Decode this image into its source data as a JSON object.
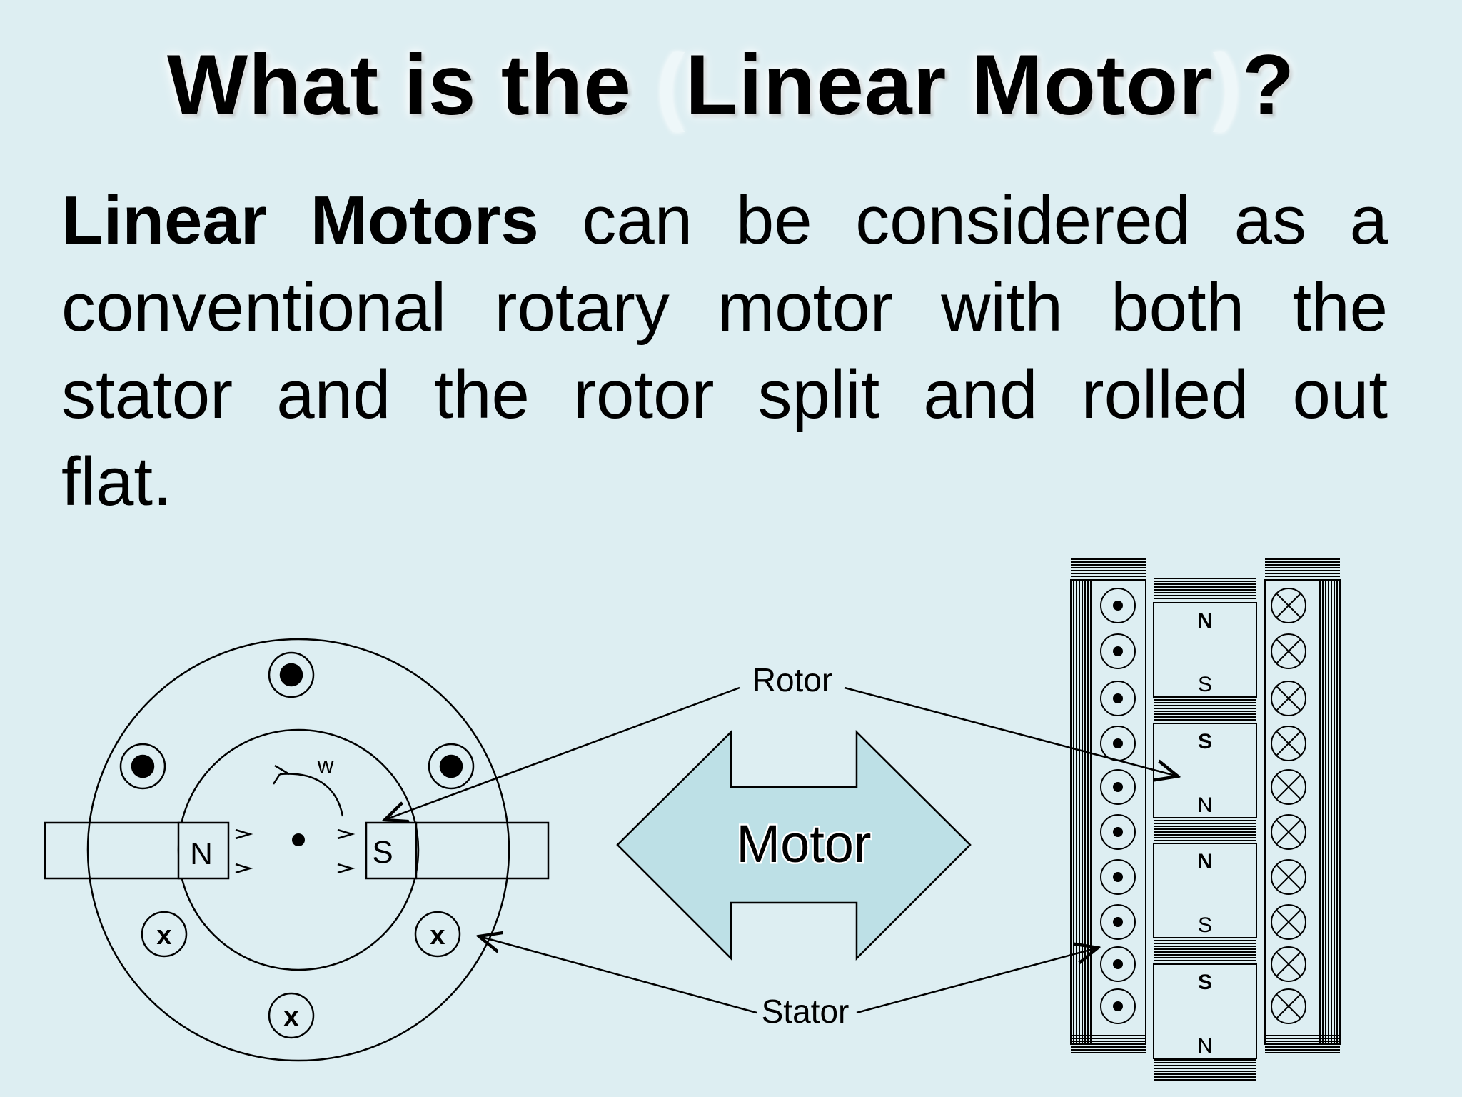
{
  "title": {
    "prefix": "What is the ",
    "open_paren": "(",
    "subject": "Linear Motor",
    "close_paren": ")",
    "suffix": "?"
  },
  "body": {
    "bold_lead": "Linear Motors",
    "line1_rest": "can be considered as a",
    "line2": "conventional rotary motor with both the",
    "line3": "stator and the rotor split and rolled out",
    "line4": "flat."
  },
  "rotary_motor": {
    "pole_left": "N",
    "pole_right": "S",
    "omega_label": "w"
  },
  "callouts": {
    "rotor": "Rotor",
    "stator": "Stator",
    "motor": "Motor"
  },
  "linear_motor": {
    "magnets": [
      {
        "top": "N",
        "bottom": "S"
      },
      {
        "top": "S",
        "bottom": "N"
      },
      {
        "top": "N",
        "bottom": "S"
      },
      {
        "top": "S",
        "bottom": "N"
      }
    ]
  },
  "colors": {
    "background": "#ddeef2",
    "arrow_fill": "#bde0e6"
  }
}
